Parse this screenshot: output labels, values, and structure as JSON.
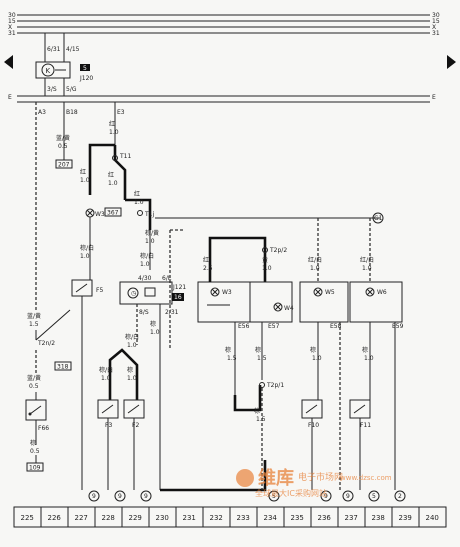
{
  "bus_labels": [
    "30",
    "15",
    "X",
    "31"
  ],
  "top_connectors": [
    "6/31",
    "4/15"
  ],
  "relay_label": "K",
  "relay_tag": "5",
  "relay_ref": "J120",
  "under_relay": [
    "3/S",
    "5/G"
  ],
  "left_rail": "E",
  "nodes": [
    "A3",
    "B18",
    "E3"
  ],
  "wire_specs": {
    "w1": {
      "color": "蓝/黄",
      "size": "0.5"
    },
    "w2": {
      "color": "红",
      "size": "1.0"
    },
    "w3": {
      "color": "红",
      "size": "1.0"
    },
    "w4": {
      "color": "红",
      "size": "1.0"
    },
    "w5": {
      "color": "红",
      "size": "1.0"
    },
    "w6": {
      "color": "棕/白",
      "size": "1.0"
    },
    "w7": {
      "color": "蓝/黄",
      "size": "1.5"
    },
    "w8": {
      "color": "蓝/黄",
      "size": "0.5"
    },
    "w9": {
      "color": "棕",
      "size": "0.5"
    },
    "w10": {
      "color": "棕/黄",
      "size": "1.0"
    },
    "w11": {
      "color": "棕/白",
      "size": "1.0"
    },
    "w12": {
      "color": "棕",
      "size": "1.0"
    },
    "w13": {
      "color": "红",
      "size": "2.5"
    },
    "w14": {
      "color": "黄",
      "size": "1.0"
    },
    "w15": {
      "color": "红/白",
      "size": "1.0"
    },
    "w16": {
      "color": "红/白",
      "size": "1.0"
    },
    "w17": {
      "color": "棕",
      "size": "1.5"
    },
    "w18": {
      "color": "棕",
      "size": "1.5"
    },
    "w19": {
      "color": "棕",
      "size": "1.5"
    },
    "w20": {
      "color": "棕",
      "size": "1.0"
    },
    "w21": {
      "color": "棕",
      "size": "1.0"
    },
    "w22": {
      "color": "棕/白",
      "size": "1.0"
    },
    "w23": {
      "color": "棕/白",
      "size": "1.0"
    },
    "w24": {
      "color": "棕",
      "size": "1.0"
    }
  },
  "connectors": [
    "T11",
    "T1j",
    "T2p/2",
    "T2p/1",
    "T2n/2",
    "4/30",
    "6/L",
    "8/S",
    "2/31"
  ],
  "refs": [
    "207",
    "367",
    "318",
    "109"
  ],
  "fuses": [
    "F3",
    "F2",
    "F5",
    "F66",
    "F10",
    "F11"
  ],
  "lamps": [
    "W3",
    "W4",
    "W5",
    "W6"
  ],
  "module": {
    "label": "J121",
    "tag": "16"
  },
  "sockets": [
    "E56",
    "E57",
    "E58",
    "E59"
  ],
  "ground": "G1",
  "ground_marks": [
    "9",
    "9",
    "9",
    "9"
  ],
  "bottom_marks": [
    "5",
    "9",
    "9",
    "5",
    "9",
    "2"
  ],
  "numbers": [
    "225",
    "226",
    "227",
    "228",
    "229",
    "230",
    "231",
    "232",
    "233",
    "234",
    "235",
    "236",
    "237",
    "238",
    "239",
    "240"
  ],
  "watermark": {
    "brand": "维库",
    "brand2": "电子市场网",
    "url": "www.dzsc.com",
    "slogan": "全球最大IC采购网站"
  }
}
